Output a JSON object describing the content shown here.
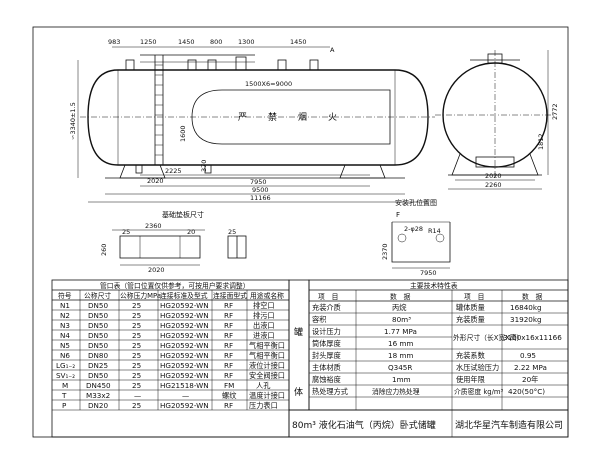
{
  "drawing": {
    "main_view_dims": {
      "top": [
        "983",
        "1250",
        "1450",
        "800",
        "1300",
        "1450"
      ],
      "height_total": "∽3340±1.5",
      "height_inner": "1600",
      "height_cap": "370",
      "heat_tube": "1500X6=9000",
      "warning": [
        "严",
        "禁",
        "烟",
        "火"
      ],
      "bottom": [
        "2225",
        "2020",
        "7950",
        "9500",
        "11166"
      ],
      "tag_a": "A"
    },
    "end_view_dims": {
      "height_total": "2772",
      "height_shell": "1812",
      "bottom_inner": "2020",
      "bottom_outer": "2260"
    },
    "foundation": {
      "title": "基础垫板尺寸",
      "dims": [
        "2360",
        "25",
        "20",
        "2020",
        "260",
        "25"
      ]
    },
    "saddle_detail": {
      "title": "安装孔位置图",
      "tag": "F",
      "dims": [
        "2-φ28",
        "R14",
        "2370",
        "7950"
      ]
    },
    "vertical_label": [
      "罐",
      "体"
    ]
  },
  "nozzle_table": {
    "title": "管口表（管口位置仅供参考，可按用户要求调整）",
    "headers": [
      "符号",
      "公称尺寸",
      "公称压力MPa",
      "连接标准及型式",
      "连接面型式",
      "用途或名称"
    ],
    "rows": [
      [
        "N1",
        "DN50",
        "25",
        "HG20592-WN",
        "RF",
        "排空口"
      ],
      [
        "N2",
        "DN50",
        "25",
        "HG20592-WN",
        "RF",
        "排污口"
      ],
      [
        "N3",
        "DN50",
        "25",
        "HG20592-WN",
        "RF",
        "出液口"
      ],
      [
        "N4",
        "DN50",
        "25",
        "HG20592-WN",
        "RF",
        "进液口"
      ],
      [
        "N5",
        "DN50",
        "25",
        "HG20592-WN",
        "RF",
        "气相平衡口"
      ],
      [
        "N6",
        "DN80",
        "25",
        "HG20592-WN",
        "RF",
        "气相平衡口"
      ],
      [
        "LG₁₋₂",
        "DN25",
        "25",
        "HG20592-WN",
        "RF",
        "液位计接口"
      ],
      [
        "SV₁₋₂",
        "DN50",
        "25",
        "HG20592-WN",
        "RF",
        "安全阀接口"
      ],
      [
        "M",
        "DN450",
        "25",
        "HG21518-WN",
        "FM",
        "人孔"
      ],
      [
        "T",
        "M33x2",
        "—",
        "—",
        "螺纹",
        "温度计接口"
      ],
      [
        "P",
        "DN20",
        "25",
        "HG20592-WN",
        "RF",
        "压力表口"
      ]
    ]
  },
  "tech_table": {
    "title": "主要技术特性表",
    "headers": [
      "项　目",
      "数　据",
      "项　目",
      "数　据"
    ],
    "rows": [
      [
        "充装介质",
        "丙烷",
        "罐体质量",
        "16840kg"
      ],
      [
        "容积",
        "80m³",
        "充装质量",
        "31920kg"
      ],
      [
        "设计压力",
        "1.77 MPa",
        "外形尺寸（长X宽X高）",
        "3100x16x11166"
      ],
      [
        "筒体厚度",
        "16 mm",
        "",
        ""
      ],
      [
        "封头厚度",
        "18 mm",
        "充装系数",
        "0.95"
      ],
      [
        "主体材质",
        "Q345R",
        "水压试验压力",
        "2.22 MPa"
      ],
      [
        "腐蚀裕度",
        "1mm",
        "使用年限",
        "20年"
      ],
      [
        "热处理方式",
        "消除应力热处理",
        "介质密度 kg/m³",
        "420(50°C)"
      ]
    ]
  },
  "title_block": {
    "product": "80m³ 液化石油气（丙烷）卧式储罐",
    "company": "湖北华星汽车制造有限公司"
  }
}
